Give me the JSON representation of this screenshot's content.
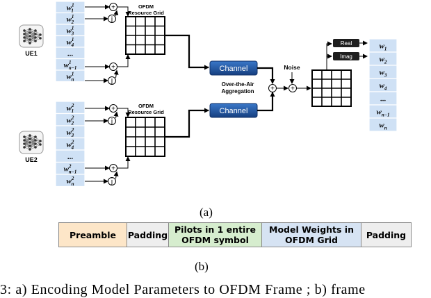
{
  "ue1": {
    "label": "UE1",
    "weights": [
      {
        "base": "w",
        "sub": "1",
        "sup": "1"
      },
      {
        "base": "w",
        "sub": "2",
        "sup": "1"
      },
      {
        "base": "w",
        "sub": "3",
        "sup": "1"
      },
      {
        "base": "w",
        "sub": "4",
        "sup": "1"
      },
      {
        "base": "...",
        "sub": "",
        "sup": ""
      },
      {
        "base": "w",
        "sub": "n−1",
        "sup": "1"
      },
      {
        "base": "w",
        "sub": "n",
        "sup": "1"
      }
    ],
    "grid_title": [
      "OFDM",
      "Resource Grid"
    ]
  },
  "ue2": {
    "label": "UE2",
    "weights": [
      {
        "base": "w",
        "sub": "1",
        "sup": "2"
      },
      {
        "base": "w",
        "sub": "2",
        "sup": "2"
      },
      {
        "base": "w",
        "sub": "3",
        "sup": "2"
      },
      {
        "base": "w",
        "sub": "4",
        "sup": "2"
      },
      {
        "base": "...",
        "sub": "",
        "sup": ""
      },
      {
        "base": "w",
        "sub": "n−1",
        "sup": "2"
      },
      {
        "base": "w",
        "sub": "n",
        "sup": "2"
      }
    ],
    "grid_title": [
      "OFDM",
      "Resource Grid"
    ]
  },
  "channel_label": "Channel",
  "aggregation_label": [
    "Over-the-Air",
    "Aggregation"
  ],
  "noise_label": "Noise",
  "plus_symbol": "+",
  "imag_symbol": "j",
  "real_label": "Real",
  "imag_label": "Imag",
  "output_weights": [
    {
      "base": "w",
      "sub": "1"
    },
    {
      "base": "w",
      "sub": "2"
    },
    {
      "base": "w",
      "sub": "3"
    },
    {
      "base": "w",
      "sub": "4"
    },
    {
      "base": "...",
      "sub": ""
    },
    {
      "base": "w",
      "sub": "n−1"
    },
    {
      "base": "w",
      "sub": "n"
    }
  ],
  "sublabel_a": "(a)",
  "sublabel_b": "(b)",
  "frame": [
    {
      "label": "Preamble",
      "color": "#fde6c8"
    },
    {
      "label": "Padding",
      "color": "#eeeeee"
    },
    {
      "label": "Pilots in 1 entire\nOFDM symbol",
      "color": "#d6edce"
    },
    {
      "label": "Model Weights in\nOFDM Grid",
      "color": "#d6e3f3"
    },
    {
      "label": "Padding",
      "color": "#eeeeee"
    }
  ],
  "caption": "3: a) Encoding Model Parameters to OFDM Frame ; b) frame"
}
